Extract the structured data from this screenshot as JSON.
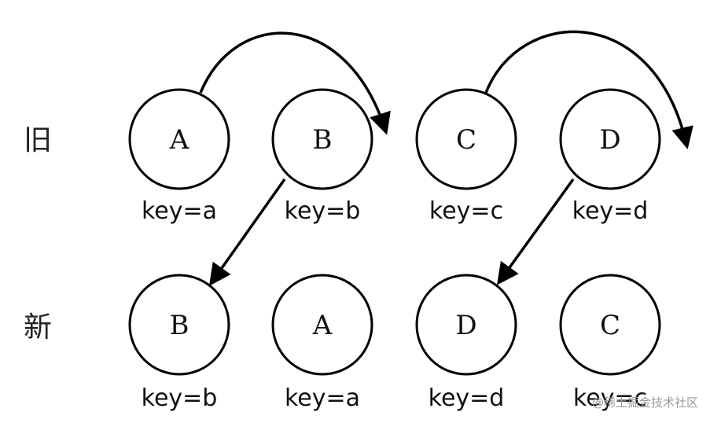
{
  "rows": {
    "old_label": "旧",
    "new_label": "新"
  },
  "old_nodes": [
    {
      "letter": "A",
      "key": "key=a"
    },
    {
      "letter": "B",
      "key": "key=b"
    },
    {
      "letter": "C",
      "key": "key=c"
    },
    {
      "letter": "D",
      "key": "key=d"
    }
  ],
  "new_nodes": [
    {
      "letter": "B",
      "key": "key=b"
    },
    {
      "letter": "A",
      "key": "key=a"
    },
    {
      "letter": "D",
      "key": "key=d"
    },
    {
      "letter": "C",
      "key": "key=c"
    }
  ],
  "watermark": "@稀土掘金技术社区",
  "colors": {
    "stroke": "#000000",
    "text": "#111111",
    "watermark": "#9a9a9a"
  }
}
